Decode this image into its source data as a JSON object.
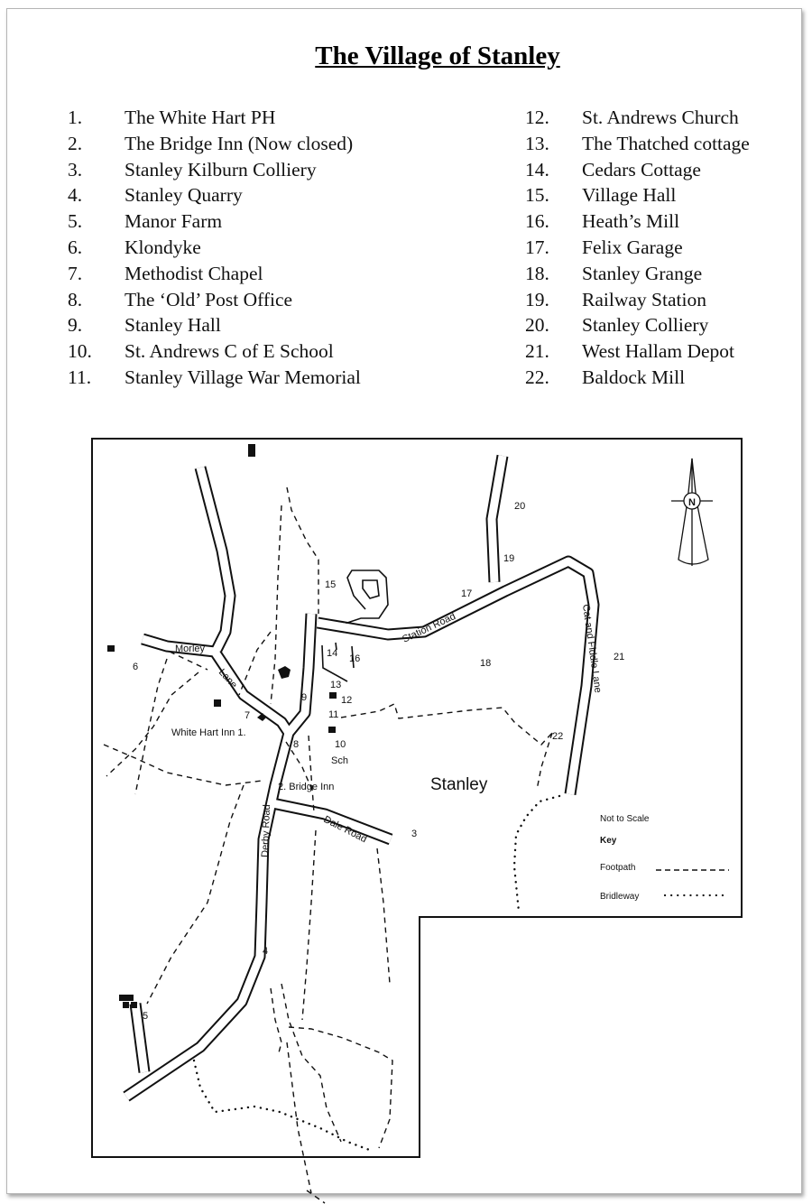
{
  "title": "The Village of Stanley",
  "legend_left": [
    {
      "num": "1.",
      "label": "The White Hart PH"
    },
    {
      "num": "2.",
      "label": "The Bridge Inn (Now closed)"
    },
    {
      "num": "3.",
      "label": "Stanley Kilburn Colliery"
    },
    {
      "num": "4.",
      "label": "Stanley Quarry"
    },
    {
      "num": "5.",
      "label": "Manor Farm"
    },
    {
      "num": "6.",
      "label": "Klondyke"
    },
    {
      "num": "7.",
      "label": "Methodist Chapel"
    },
    {
      "num": "8.",
      "label": "The ‘Old’ Post Office"
    },
    {
      "num": "9.",
      "label": "Stanley Hall"
    },
    {
      "num": "10.",
      "label": "St. Andrews C of E School"
    },
    {
      "num": "11.",
      "label": "Stanley Village War Memorial"
    }
  ],
  "legend_right": [
    {
      "num": "12.",
      "label": "St. Andrews Church"
    },
    {
      "num": "13.",
      "label": "The Thatched cottage"
    },
    {
      "num": "14.",
      "label": "Cedars Cottage"
    },
    {
      "num": "15.",
      "label": "Village Hall"
    },
    {
      "num": "16.",
      "label": "Heath’s Mill"
    },
    {
      "num": "17.",
      "label": "Felix Garage"
    },
    {
      "num": "18.",
      "label": "Stanley Grange"
    },
    {
      "num": "19.",
      "label": "Railway Station"
    },
    {
      "num": "20.",
      "label": "Stanley Colliery"
    },
    {
      "num": "21.",
      "label": "West Hallam Depot"
    },
    {
      "num": "22.",
      "label": "Baldock Mill"
    }
  ],
  "map": {
    "village_label": "Stanley",
    "roads": {
      "morley": "Morley",
      "lane": "Lane",
      "station_road": "Station Road",
      "cat_fiddle": "Cat and Fiddle Lane",
      "derby_road": "Derby Road",
      "dale_road": "Dale Road"
    },
    "places": {
      "white_hart": "White Hart Inn 1.",
      "bridge_inn": "2. Bridge Inn",
      "sch": "Sch"
    },
    "numbers": {
      "n3": "3",
      "n4": "4",
      "n5": "5",
      "n6": "6",
      "n7": "7",
      "n8": "8",
      "n9": "9",
      "n10": "10",
      "n11": "11",
      "n12": "12",
      "n13": "13",
      "n14": "14",
      "n15": "15",
      "n16": "16",
      "n17": "17",
      "n18": "18",
      "n19": "19",
      "n20": "20",
      "n21": "21",
      "n22": "22"
    },
    "compass": "N",
    "key": {
      "not_to_scale": "Not to Scale",
      "key_title": "Key",
      "footpath": "Footpath",
      "bridleway": "Bridleway"
    }
  }
}
